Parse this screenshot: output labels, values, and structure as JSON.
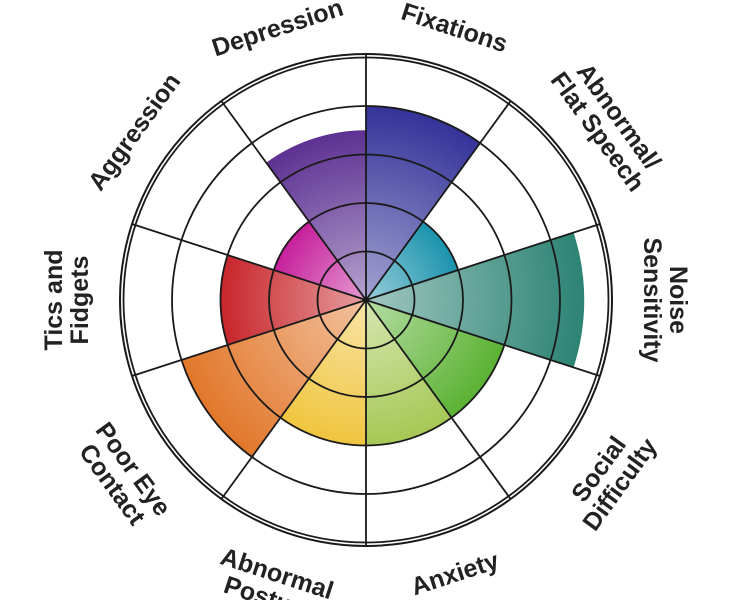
{
  "chart_data": {
    "type": "polar-area",
    "title": "",
    "rings": 5,
    "max_value": 5,
    "grid": true,
    "legend": "none",
    "categories": [
      {
        "label": "Fixations",
        "lines": [
          "Fixations"
        ],
        "value": 4,
        "color": "#343399"
      },
      {
        "label": "Abnormal/ Flat Speech",
        "lines": [
          "Abnormal/",
          "Flat Speech"
        ],
        "value": 2,
        "color": "#1b93ad"
      },
      {
        "label": "Noise Sensitivity",
        "lines": [
          "Noise",
          "Sensitivity"
        ],
        "value": 4.5,
        "color": "#2c8374"
      },
      {
        "label": "Social Difficulty",
        "lines": [
          "Social",
          "Difficulty"
        ],
        "value": 3,
        "color": "#5bb233"
      },
      {
        "label": "Anxiety",
        "lines": [
          "Anxiety"
        ],
        "value": 3,
        "color": "#a6c855"
      },
      {
        "label": "Abnormal Posture",
        "lines": [
          "Abnormal",
          "Posture"
        ],
        "value": 3,
        "color": "#f0c53e"
      },
      {
        "label": "Poor Eye Contact",
        "lines": [
          "Poor Eye",
          "Contact"
        ],
        "value": 4,
        "color": "#e2772a"
      },
      {
        "label": "Tics and Fidgets",
        "lines": [
          "Tics and",
          "Fidgets"
        ],
        "value": 3,
        "color": "#c8262b"
      },
      {
        "label": "Aggression",
        "lines": [
          "Aggression"
        ],
        "value": 2,
        "color": "#c61f9b"
      },
      {
        "label": "Depression",
        "lines": [
          "Depression"
        ],
        "value": 3.5,
        "color": "#5d3192"
      }
    ]
  }
}
